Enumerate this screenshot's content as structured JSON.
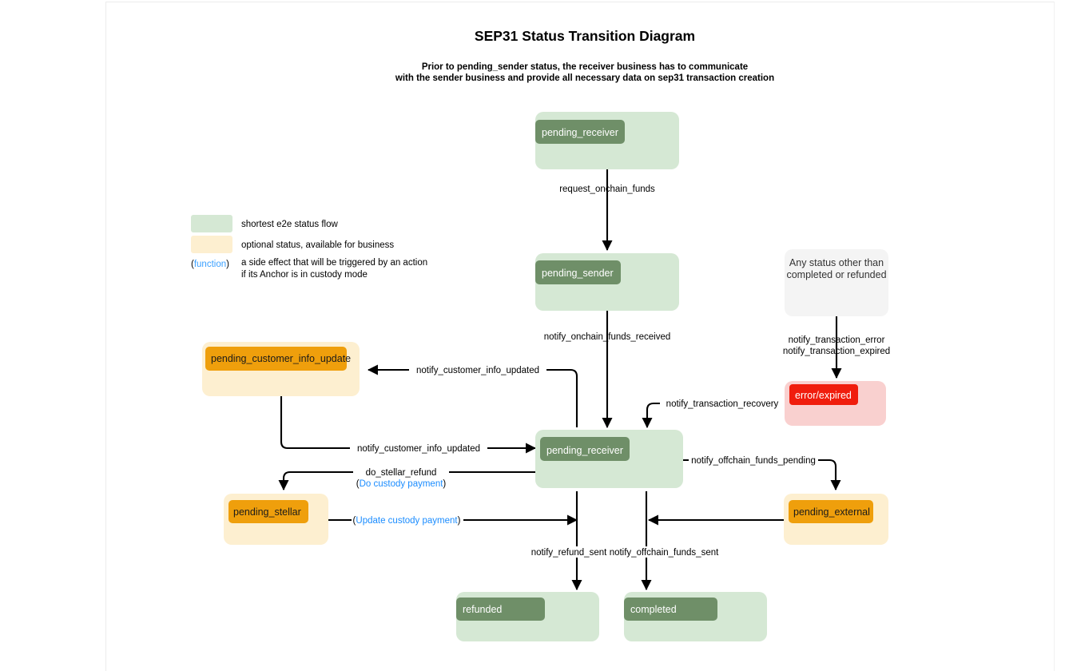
{
  "title": "SEP31 Status Transition Diagram",
  "subtitle_line1": "Prior to pending_sender status, the receiver business has to communicate",
  "subtitle_line2": "with the sender business and provide all necessary data on sep31 transaction creation",
  "colors": {
    "green_box": "#d5e8d4",
    "green_chip": "#6f8f68",
    "cream_box": "#fdefd0",
    "orange_chip": "#ef9f0c",
    "pink_box": "#f9d0cf",
    "red_chip": "#f01d0d",
    "gray_box": "#f4f4f4",
    "function_blue": "#1a8cff",
    "edge": "#000000"
  },
  "legend": {
    "items": [
      {
        "swatch": "#d5e8d4",
        "label": "shortest e2e status flow"
      },
      {
        "swatch": "#fdefd0",
        "label": "optional status, available for business"
      }
    ],
    "function_key": {
      "open_paren": "(",
      "word": "function",
      "close_paren": ")",
      "desc_line1": "a side effect that will be triggered by an action",
      "desc_line2": "if its Anchor is in custody mode"
    }
  },
  "nodes": [
    {
      "id": "pending_receiver_top",
      "label": "pending_receiver",
      "style": "green"
    },
    {
      "id": "pending_sender",
      "label": "pending_sender",
      "style": "green"
    },
    {
      "id": "pending_receiver_mid",
      "label": "pending_receiver",
      "style": "green"
    },
    {
      "id": "pending_customer_info_update",
      "label": "pending_customer_info_update",
      "style": "orange"
    },
    {
      "id": "pending_stellar",
      "label": "pending_stellar",
      "style": "orange"
    },
    {
      "id": "pending_external",
      "label": "pending_external",
      "style": "orange"
    },
    {
      "id": "error_expired",
      "label": "error/expired",
      "style": "red"
    },
    {
      "id": "refunded",
      "label": "refunded",
      "style": "green"
    },
    {
      "id": "completed",
      "label": "completed",
      "style": "green"
    },
    {
      "id": "any_status",
      "label_line1": "Any status other than",
      "label_line2": "completed or refunded",
      "style": "gray"
    }
  ],
  "edges": [
    {
      "id": "e1",
      "label": "request_onchain_funds"
    },
    {
      "id": "e2",
      "label": "notify_onchain_funds_received"
    },
    {
      "id": "e3",
      "label": "notify_customer_info_updated"
    },
    {
      "id": "e4",
      "label": "notify_customer_info_updated"
    },
    {
      "id": "e5",
      "label": "do_stellar_refund",
      "function_label": "Do custody payment"
    },
    {
      "id": "e6",
      "function_label": "Update custody payment"
    },
    {
      "id": "e7",
      "label": "notify_transaction_recovery"
    },
    {
      "id": "e8",
      "label": "notify_offchain_funds_pending"
    },
    {
      "id": "e9",
      "label": "notify_refund_sent"
    },
    {
      "id": "e10",
      "label": "notify_offchain_funds_sent"
    },
    {
      "id": "e11",
      "label_line1": "notify_transaction_error",
      "label_line2": "notify_transaction_expired"
    }
  ]
}
